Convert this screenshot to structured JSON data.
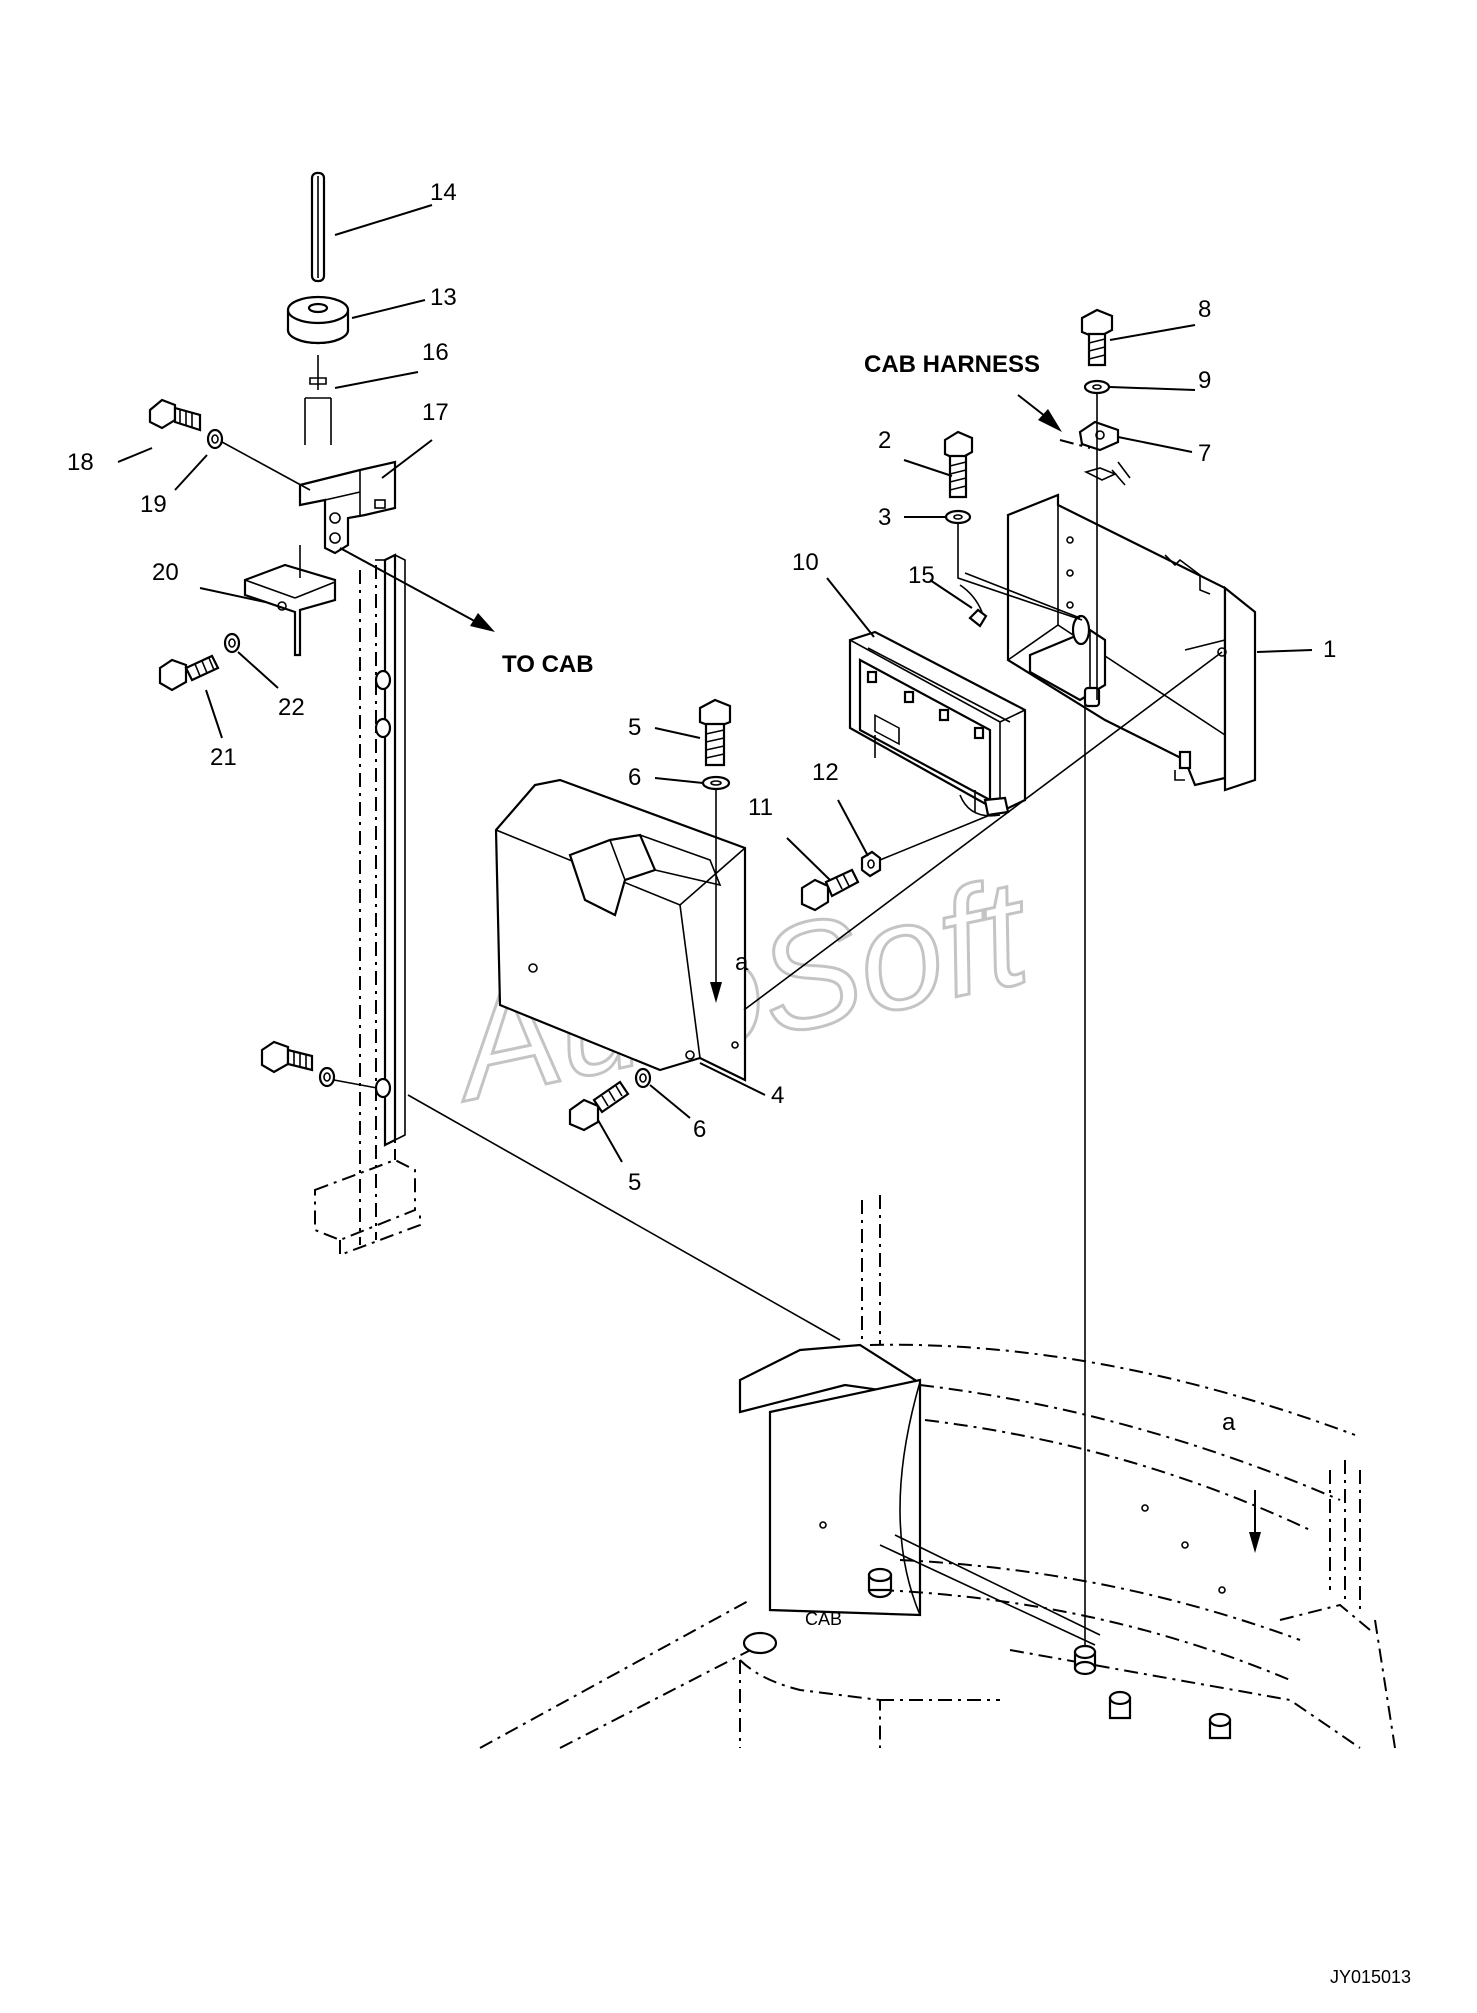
{
  "drawing_id": "JY015013",
  "watermark": "AutoSoft",
  "notes": {
    "cab_harness": "CAB HARNESS",
    "to_cab": "TO CAB",
    "cab": "CAB",
    "a_upper": "a",
    "a_lower": "a"
  },
  "callouts": {
    "c1": "1",
    "c2": "2",
    "c3": "3",
    "c4": "4",
    "c5a": "5",
    "c5b": "5",
    "c6a": "6",
    "c6b": "6",
    "c7": "7",
    "c8": "8",
    "c9": "9",
    "c10": "10",
    "c11": "11",
    "c12": "12",
    "c13": "13",
    "c14": "14",
    "c15": "15",
    "c16": "16",
    "c17": "17",
    "c18": "18",
    "c19": "19",
    "c20": "20",
    "c21": "21",
    "c22": "22"
  }
}
